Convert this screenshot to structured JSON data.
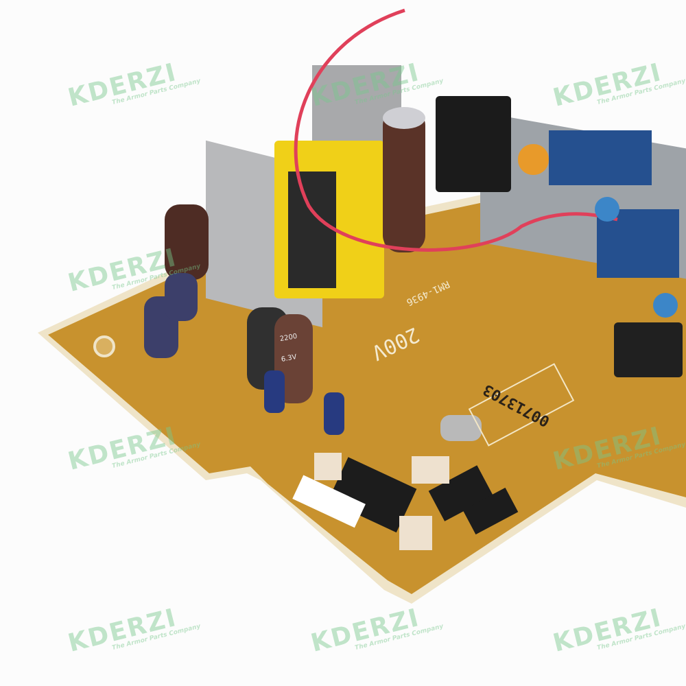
{
  "watermark": {
    "brand": "KDERZI",
    "tagline": "The Armor Parts Company",
    "color": "#8fd3a0"
  },
  "board": {
    "model_label": "RM1-4936",
    "voltage_label": "200V",
    "serial": "00713703",
    "pcb_color": "#c8922e",
    "edge_color": "#efe4c8"
  },
  "components": {
    "big_cap_label": "2200",
    "cap_rating": "6.3V"
  }
}
